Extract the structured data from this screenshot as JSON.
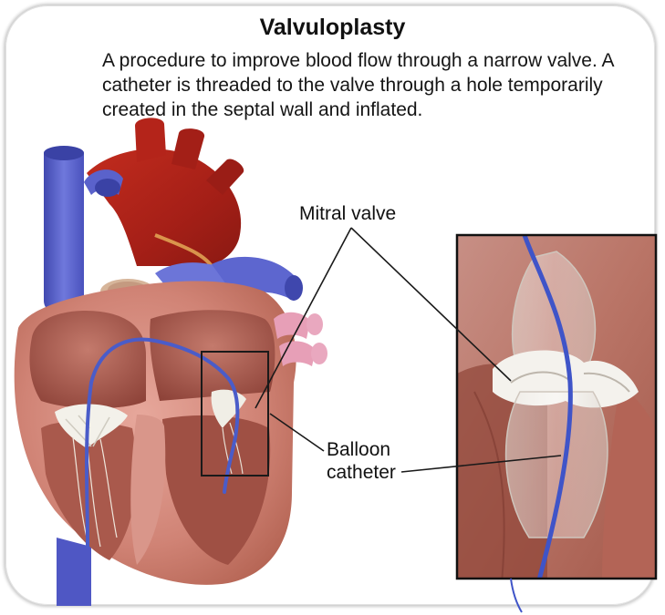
{
  "title": "Valvuloplasty",
  "description": "A procedure to improve blood flow through a narrow valve. A catheter is threaded to the valve through a hole temporarily created in the septal wall and inflated.",
  "labels": {
    "mitral_valve": "Mitral valve",
    "balloon_catheter_line1": "Balloon",
    "balloon_catheter_line2": "catheter"
  },
  "colors": {
    "vein_blue": "#5b63c9",
    "aorta_red": "#b8261c",
    "muscle_pink": "#c9756a",
    "chamber_inner": "#a85a50",
    "valve_white": "#f2f2ec",
    "catheter_blue": "#3f54c8"
  }
}
